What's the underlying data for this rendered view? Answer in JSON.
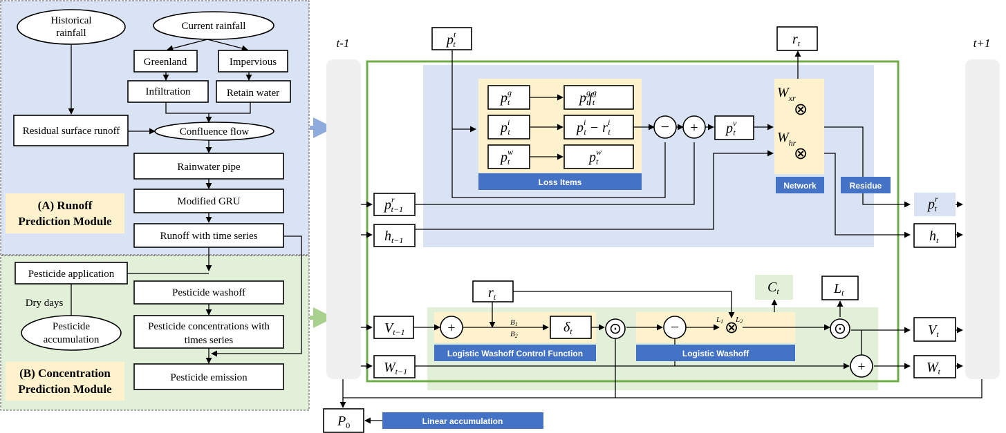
{
  "left": {
    "nodes": {
      "historical_rainfall": [
        "Historical",
        "rainfall"
      ],
      "current_rainfall": "Current rainfall",
      "greenland": "Greenland",
      "impervious": "Impervious",
      "infiltration": "Infiltration",
      "retain_water": "Retain water",
      "residual_runoff": "Residual surface runoff",
      "confluence_flow": "Confluence flow",
      "rainwater_pipe": "Rainwater pipe",
      "modified_gru": "Modified GRU",
      "runoff_time_series": "Runoff with time series",
      "pesticide_application": "Pesticide application",
      "dry_days": "Dry days",
      "pesticide_accumulation": [
        "Pesticide",
        "accumulation"
      ],
      "pesticide_washoff": "Pesticide washoff",
      "pesticide_concentrations": [
        "Pesticide concentrations with",
        "times series"
      ],
      "pesticide_emission": "Pesticide emission"
    },
    "module_a": [
      "(A) Runoff",
      "Prediction Module"
    ],
    "module_b": [
      "(B) Concentration",
      "Prediction Module"
    ]
  },
  "right": {
    "time_prev": "t-1",
    "time_next": "t+1",
    "labels": {
      "loss_items": "Loss Items",
      "network": "Network",
      "residue": "Residue",
      "logistic_washoff_control": "Logistic Washoff Control Function",
      "logistic_washoff": "Logistic Washoff",
      "linear_accumulation": "Linear accumulation"
    },
    "ops": {
      "minus": "−",
      "plus": "+",
      "times": "⊗",
      "dot": "⊙"
    },
    "bl": {
      "b1": "B",
      "b1_sub": "1",
      "b2": "B",
      "b2_sub": "2",
      "l1": "L",
      "l1_sub": "1",
      "l2": "L",
      "l2_sub": "2"
    }
  },
  "colors": {
    "blue_panel": "#dae3f3",
    "green_panel": "#e2efd9",
    "yellow_box": "#fff2cc",
    "label_blue": "#4472c4",
    "green_frame": "#70ad47",
    "arrow_blue": "#8faadc",
    "arrow_green": "#a9d18e",
    "gray_bar": "#f0f0f0"
  }
}
